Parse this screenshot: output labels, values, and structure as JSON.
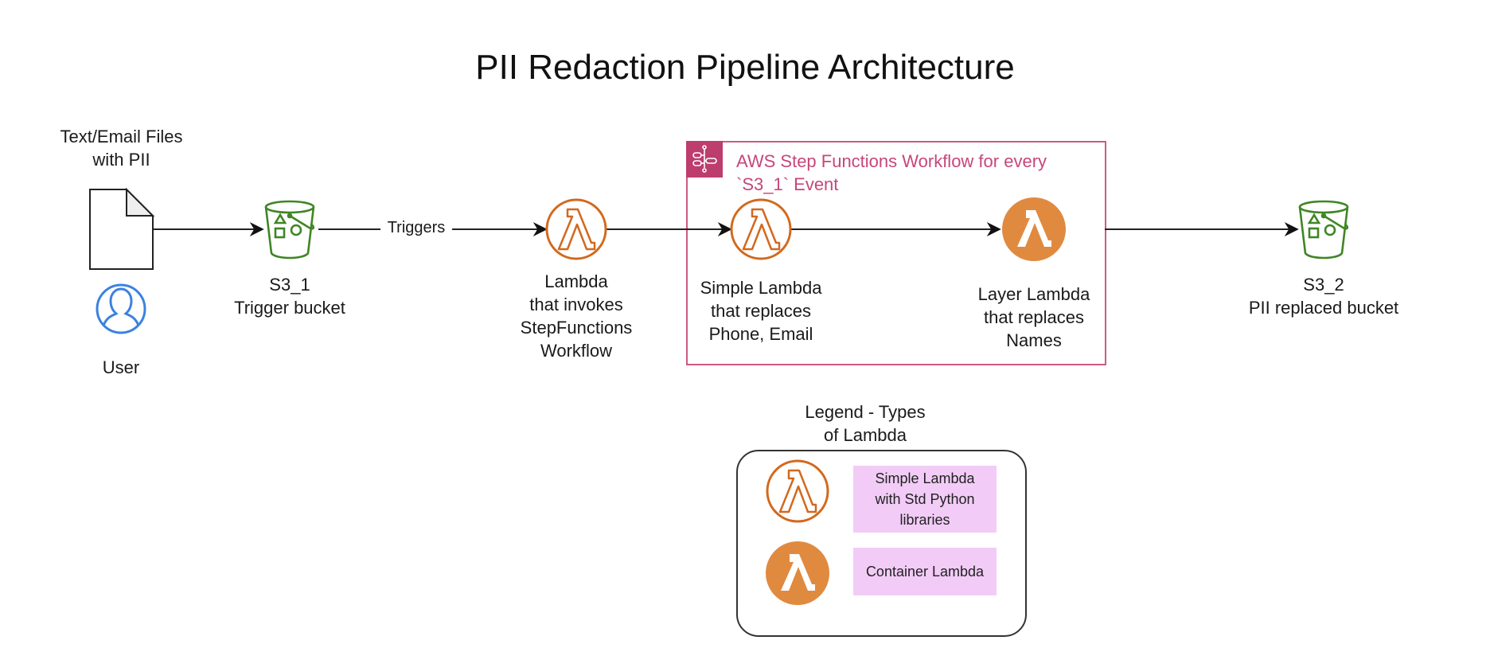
{
  "title": "PII Redaction Pipeline Architecture",
  "colors": {
    "lambda_orange": "#d2691e",
    "lambda_fill": "#e08a40",
    "s3_green": "#3f8624",
    "user_blue": "#3b82e0",
    "workflow_pink": "#cd5a82",
    "workflow_badge": "#bc3d6e",
    "legend_note_bg": "#f2ccf7"
  },
  "nodes": {
    "files": {
      "label": "Text/Email Files\nwith PII",
      "icon": "document-icon"
    },
    "user": {
      "label": "User",
      "icon": "user-icon"
    },
    "s3_1": {
      "label": "S3_1\nTrigger bucket",
      "icon": "s3-bucket-icon"
    },
    "invoker_lambda": {
      "label": "Lambda\nthat invokes\nStepFunctions\nWorkflow",
      "icon": "lambda-outline-icon"
    },
    "simple_lambda": {
      "label": "Simple Lambda\nthat replaces\nPhone, Email",
      "icon": "lambda-outline-icon"
    },
    "layer_lambda": {
      "label": "Layer Lambda\nthat replaces\nNames",
      "icon": "lambda-filled-icon"
    },
    "s3_2": {
      "label": "S3_2\nPII replaced bucket",
      "icon": "s3-bucket-icon"
    }
  },
  "edges": [
    {
      "from": "files",
      "to": "s3_1",
      "label": ""
    },
    {
      "from": "s3_1",
      "to": "invoker_lambda",
      "label": "Triggers"
    },
    {
      "from": "invoker_lambda",
      "to": "simple_lambda",
      "label": ""
    },
    {
      "from": "simple_lambda",
      "to": "layer_lambda",
      "label": ""
    },
    {
      "from": "layer_lambda",
      "to": "s3_2",
      "label": ""
    }
  ],
  "workflow_group": {
    "title": "AWS Step Functions Workflow for every\n`S3_1` Event",
    "icon": "step-functions-icon"
  },
  "legend": {
    "title": "Legend - Types\nof Lambda",
    "items": [
      {
        "icon": "lambda-outline-icon",
        "label": "Simple Lambda\nwith Std Python\nlibraries"
      },
      {
        "icon": "lambda-filled-icon",
        "label": "Container Lambda"
      }
    ]
  }
}
